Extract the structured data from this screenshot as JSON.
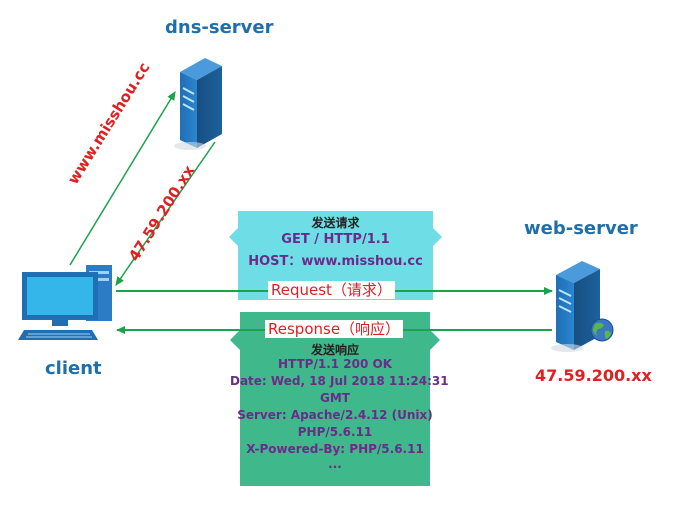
{
  "nodes": {
    "dns_server": {
      "label": "dns-server"
    },
    "web_server": {
      "label": "web-server",
      "ip": "47.59.200.xx"
    },
    "client": {
      "label": "client"
    }
  },
  "dns_query": {
    "label": "www.misshou.cc"
  },
  "dns_reply": {
    "label": "47.59.200.xx"
  },
  "request": {
    "title": "发送请求",
    "lines": [
      "GET / HTTP/1.1",
      "HOST：www.misshou.cc"
    ],
    "arrow_label": "Request（请求）"
  },
  "response": {
    "arrow_label": "Response（响应）",
    "title": "发送响应",
    "lines": [
      "HTTP/1.1 200 OK",
      "Date: Wed, 18 Jul 2018 11:24:31",
      "GMT",
      "Server: Apache/2.4.12 (Unix)",
      "PHP/5.6.11",
      "X-Powered-By: PHP/5.6.11",
      "..."
    ]
  },
  "colors": {
    "arrow": "#1aa34a",
    "node_label": "#1f6fa8",
    "red_text": "#e02020",
    "request_bubble": "#6fdde6",
    "response_bubble": "#3fb98b",
    "bubble_text": "#6a2b8a"
  }
}
